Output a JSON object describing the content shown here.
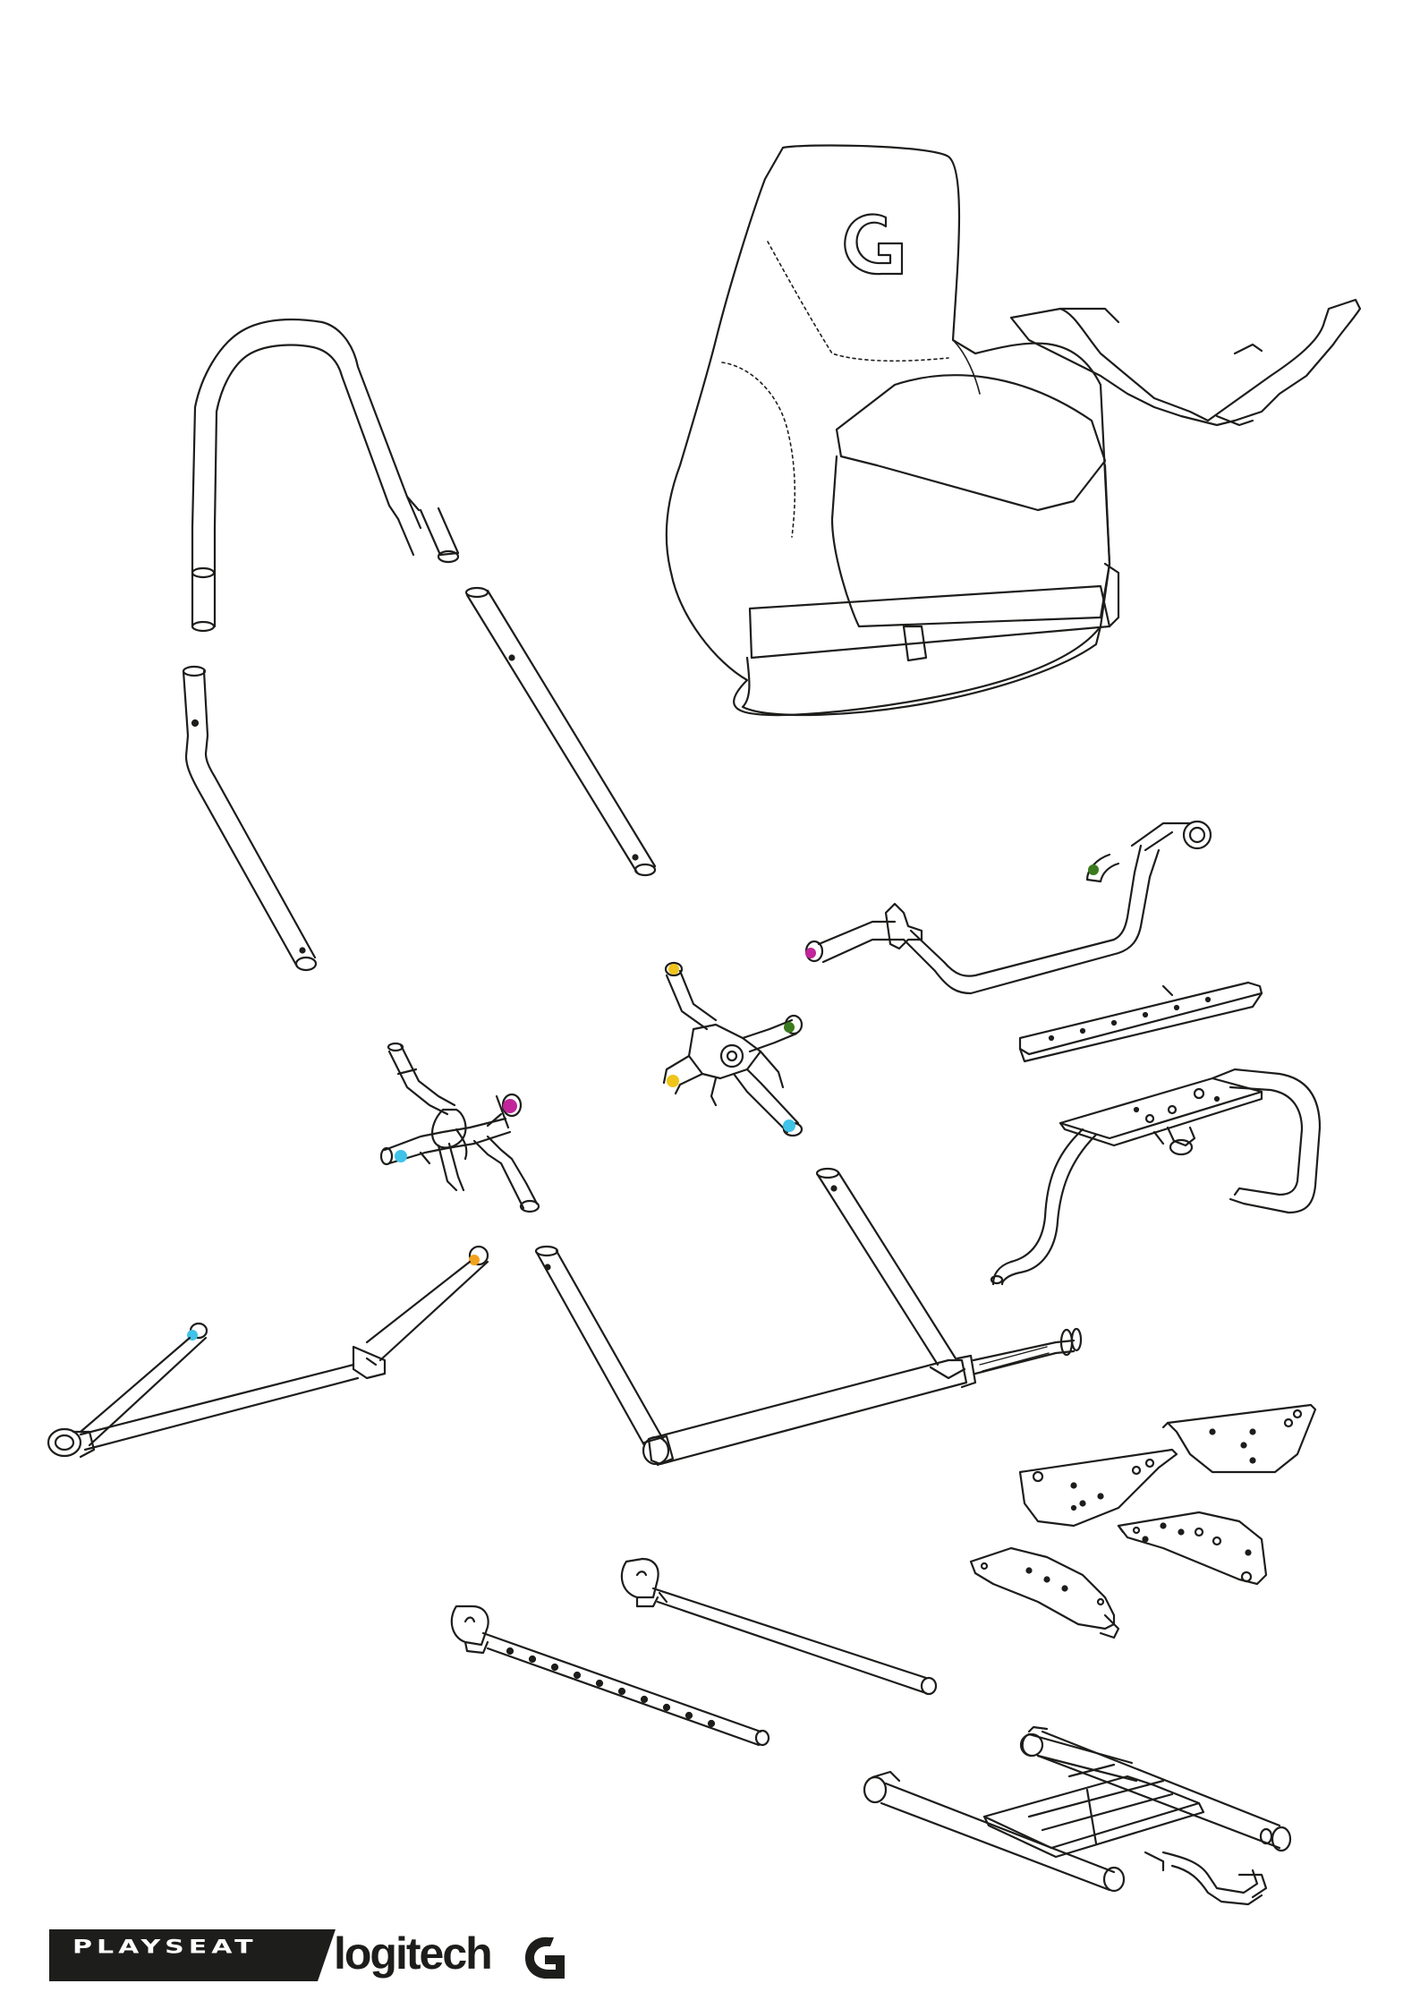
{
  "diagram": {
    "kind": "exploded-assembly",
    "parts": [
      {
        "id": "seat",
        "icon": "seat-icon"
      },
      {
        "id": "top-bow-tube",
        "icon": "tube-icon"
      },
      {
        "id": "left-lower-tube",
        "icon": "tube-icon"
      },
      {
        "id": "diagonal-tube",
        "icon": "tube-icon"
      },
      {
        "id": "left-hub-joint",
        "icon": "joint-icon"
      },
      {
        "id": "right-hub-joint",
        "icon": "joint-icon"
      },
      {
        "id": "wheel-mount-bar",
        "icon": "bracket-icon"
      },
      {
        "id": "wheel-plate-rail",
        "icon": "rail-icon"
      },
      {
        "id": "wheel-plate-arm",
        "icon": "bracket-icon"
      },
      {
        "id": "left-a-frame",
        "icon": "frame-icon"
      },
      {
        "id": "center-base-frame",
        "icon": "frame-icon"
      },
      {
        "id": "mount-plates",
        "icon": "plate-icon"
      },
      {
        "id": "adjust-tube-long",
        "icon": "tube-icon"
      },
      {
        "id": "adjust-tube-holed",
        "icon": "tube-icon"
      },
      {
        "id": "pedal-frame",
        "icon": "frame-icon"
      }
    ],
    "marker_colors": {
      "yellow": "#f0c419",
      "green": "#3b7a1e",
      "magenta": "#c0259a",
      "cyan": "#3fc3e8",
      "orange": "#f2a11b"
    }
  },
  "branding": {
    "playseat": "PLAYSEAT",
    "logitech": "logitech",
    "badge_color": "#1d1d1b",
    "logo_icon": "logitech-g-icon"
  }
}
